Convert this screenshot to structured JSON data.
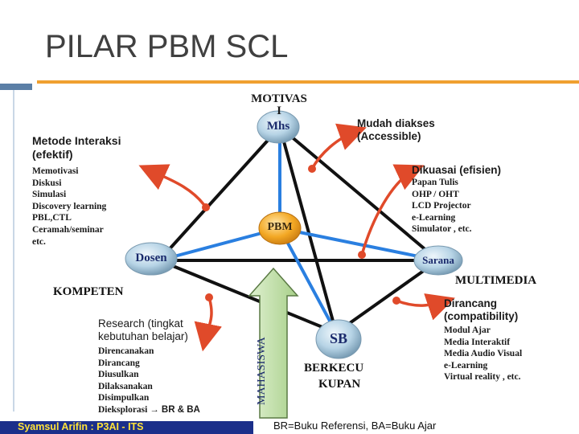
{
  "slide_title": "PILAR PBM SCL",
  "diagram": {
    "motivasi": [
      "MOTIVAS",
      "I"
    ],
    "nodes": {
      "mhs": "Mhs",
      "pbm": "PBM",
      "dosen": "Dosen",
      "sarana": "Sarana",
      "sb": "SB"
    },
    "kompeten": "KOMPETEN",
    "multimedia": "MULTIMEDIA",
    "berkecukupan": [
      "BERKECU",
      "KUPAN"
    ],
    "mahasiswa": "MAHASISWA",
    "metode": {
      "title": [
        "Metode Interaksi",
        "(efektif)"
      ],
      "items": [
        "Memotivasi",
        "Diskusi",
        "Simulasi",
        "Discovery learning",
        "PBL,CTL",
        "Ceramah/seminar",
        "etc."
      ]
    },
    "mudah": [
      "Mudah diakses",
      "(Accessible)"
    ],
    "dikuasai": {
      "title": "Dikuasai (efisien)",
      "items": [
        "Papan Tulis",
        "OHP / OHT",
        "LCD Projector",
        "e-Learning",
        "Simulator , etc."
      ]
    },
    "research": {
      "title": [
        "Research (tingkat",
        "kebutuhan belajar)"
      ],
      "items": [
        "Direncanakan",
        "Dirancang",
        "Diusulkan",
        "Dilaksanakan",
        "Disimpulkan",
        "Dieksplorasi"
      ],
      "arrow": "→ BR & BA"
    },
    "dirancang": {
      "title": [
        "Dirancang",
        "(compatibility)"
      ],
      "items": [
        "Modul Ajar",
        "Media Interaktif",
        "Media Audio Visual",
        "e-Learning",
        "Virtual reality , etc."
      ]
    }
  },
  "footer": {
    "author": "Syamsul Arifin : P3AI - ITS",
    "note": "BR=Buku Referensi,  BA=Buku Ajar"
  },
  "colors": {
    "accent_orange": "#f0a030",
    "arrow_red": "#e04a2a",
    "line_blue": "#2a7fe0",
    "footer_bg": "#1b2f8a",
    "footer_text": "#ffe23a"
  }
}
